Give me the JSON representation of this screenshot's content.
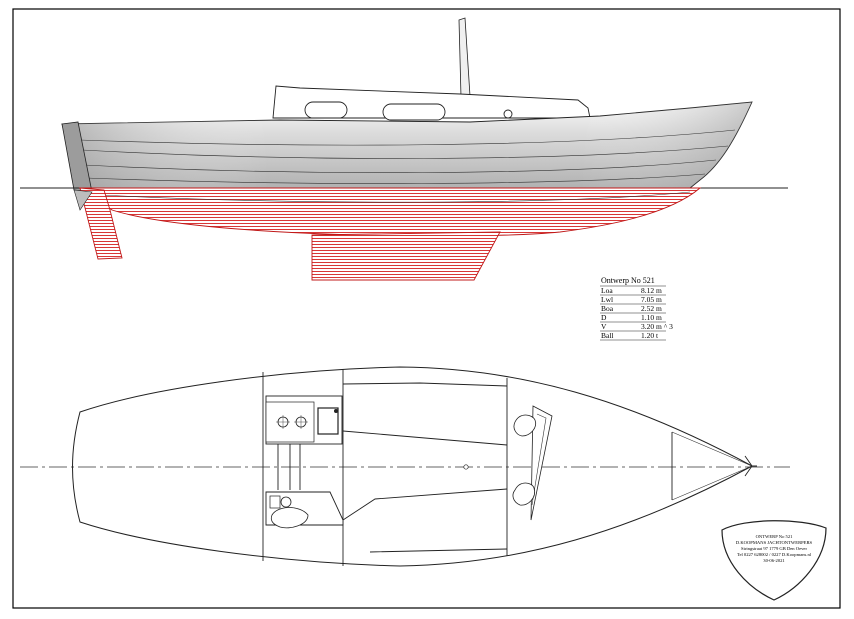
{
  "specs": {
    "title": "Ontwerp No 521",
    "rows": [
      {
        "label": "Loa",
        "value": "8.12 m"
      },
      {
        "label": "Lwl",
        "value": "7.05 m"
      },
      {
        "label": "Boa",
        "value": "2.52 m"
      },
      {
        "label": "D",
        "value": "1.10 m"
      },
      {
        "label": "V",
        "value": "3.20 m ^ 3"
      },
      {
        "label": "Ball",
        "value": "1.20 t"
      }
    ]
  },
  "cartouche": {
    "line1": "ONTWERP No 521",
    "line2": "D.KOOPMANS JACHTONTWERPERS",
    "line3": "Stringstraat 97 1779 GB Den Oever",
    "line4": "Tel 0227 628002 / 0227 D.Koopmans.nl",
    "line5": "30-06-2021"
  },
  "colors": {
    "underwater_hatch": "#d42020",
    "hull_light": "#f4f4f4",
    "hull_dark": "#9a9a9a",
    "ink": "#222222"
  }
}
